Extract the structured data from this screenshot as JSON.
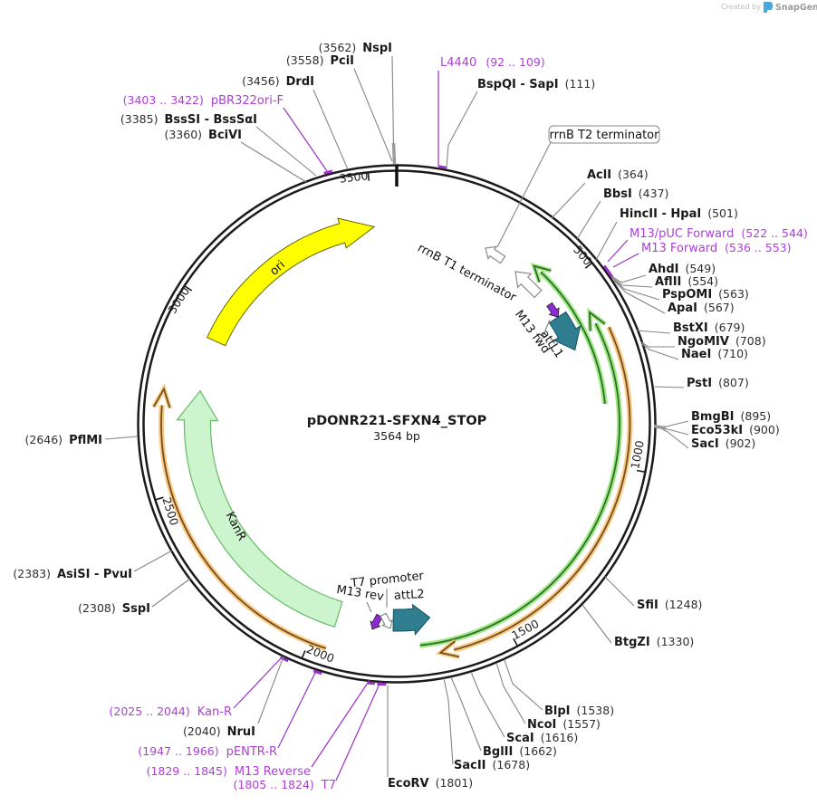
{
  "plasmid": {
    "name": "pDONR221-SFXN4_STOP",
    "size": "3564 bp"
  },
  "watermark": {
    "prefix": "Created by",
    "brand": "SnapGene"
  },
  "ticks": [
    "500",
    "1000",
    "1500",
    "2000",
    "2500",
    "3000",
    "3500"
  ],
  "features": {
    "ori": "ori",
    "kanr": "KanR",
    "attl1": "attL1",
    "attl2": "attL2",
    "m13_fwd": "M13 fwd",
    "m13_rev": "M13 rev",
    "t7_promoter": "T7 promoter",
    "rrnb_t1": "rrnB T1 terminator",
    "rrnb_t2": "rrnB T2 terminator"
  },
  "colors": {
    "ori_fill": "#FFFF00",
    "kanr_fill": "#CDF5CD",
    "att_fill": "#2E7E90",
    "primer_fill": "#8E2BD6",
    "purple_text": "#AC3FD3",
    "green_glow": "#9CE97E",
    "orange_glow": "#FFC87C",
    "ring": "#1b1b1b"
  },
  "sites": [
    {
      "name": "NspI",
      "pos": "(3562)"
    },
    {
      "name": "PciI",
      "pos": "(3558)"
    },
    {
      "name": "DrdI",
      "pos": "(3456)"
    },
    {
      "name": "BssSI - BssSαI",
      "pos": "(3385)"
    },
    {
      "name": "BciVI",
      "pos": "(3360)"
    },
    {
      "name": "BspQI - SapI",
      "pos": "(111)"
    },
    {
      "name": "AclI",
      "pos": "(364)"
    },
    {
      "name": "BbsI",
      "pos": "(437)"
    },
    {
      "name": "HincII - HpaI",
      "pos": "(501)"
    },
    {
      "name": "AhdI",
      "pos": "(549)"
    },
    {
      "name": "AflII",
      "pos": "(554)"
    },
    {
      "name": "PspOMI",
      "pos": "(563)"
    },
    {
      "name": "ApaI",
      "pos": "(567)"
    },
    {
      "name": "BstXI",
      "pos": "(679)"
    },
    {
      "name": "NgoMIV",
      "pos": "(708)"
    },
    {
      "name": "NaeI",
      "pos": "(710)"
    },
    {
      "name": "PstI",
      "pos": "(807)"
    },
    {
      "name": "BmgBI",
      "pos": "(895)"
    },
    {
      "name": "Eco53kI",
      "pos": "(900)"
    },
    {
      "name": "SacI",
      "pos": "(902)"
    },
    {
      "name": "SfiI",
      "pos": "(1248)"
    },
    {
      "name": "BtgZI",
      "pos": "(1330)"
    },
    {
      "name": "BlpI",
      "pos": "(1538)"
    },
    {
      "name": "NcoI",
      "pos": "(1557)"
    },
    {
      "name": "ScaI",
      "pos": "(1616)"
    },
    {
      "name": "BglII",
      "pos": "(1662)"
    },
    {
      "name": "SacII",
      "pos": "(1678)"
    },
    {
      "name": "EcoRV",
      "pos": "(1801)"
    },
    {
      "name": "NruI",
      "pos": "(2040)"
    },
    {
      "name": "SspI",
      "pos": "(2308)"
    },
    {
      "name": "AsiSI - PvuI",
      "pos": "(2383)"
    },
    {
      "name": "PflMI",
      "pos": "(2646)"
    }
  ],
  "primers": [
    {
      "name": "pBR322ori-F",
      "range": "(3403 .. 3422)"
    },
    {
      "name": "L4440",
      "range": "(92 .. 109)"
    },
    {
      "name": "M13/pUC Forward",
      "range": "(522 .. 544)"
    },
    {
      "name": "M13 Forward",
      "range": "(536 .. 553)"
    },
    {
      "name": "T7",
      "range": "(1805 .. 1824)"
    },
    {
      "name": "M13 Reverse",
      "range": "(1829 .. 1845)"
    },
    {
      "name": "pENTR-R",
      "range": "(1947 .. 1966)"
    },
    {
      "name": "Kan-R",
      "range": "(2025 .. 2044)"
    }
  ]
}
